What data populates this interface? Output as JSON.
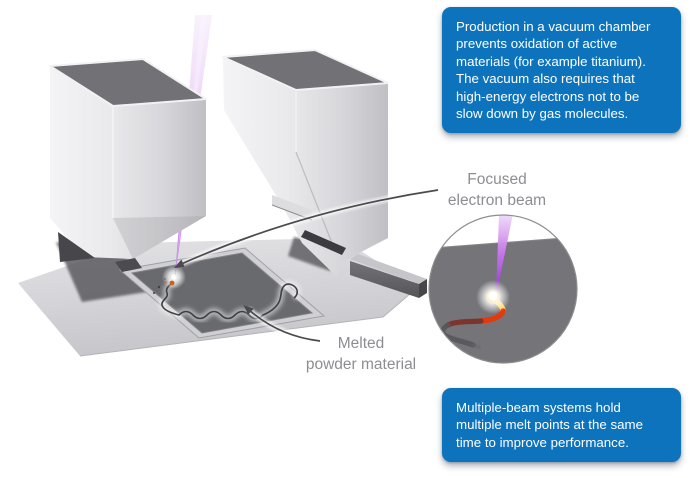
{
  "colors": {
    "info_box_bg": "#0d73bd",
    "info_box_text": "#ffffff",
    "label_text": "#8d8d92",
    "beam_purple": "#a940dd",
    "melt_glow_orange": "#cd5d20",
    "melt_trail_red": "#e23a0e",
    "powder_bed_gray": "#696a6e",
    "floor_gray": "#d2d2d6",
    "hopper_gray": "#e6e6e9"
  },
  "labels": {
    "focused_beam_line1": "Focused",
    "focused_beam_line2": "electron beam",
    "melted_powder_line1": "Melted",
    "melted_powder_line2": "powder material"
  },
  "info_boxes": {
    "top": {
      "lines": [
        "Production in a vacuum chamber",
        "prevents oxidation of active",
        "materials (for example titanium).",
        "The vacuum also requires that",
        "high-energy electrons not to be",
        "slow down by gas molecules."
      ]
    },
    "bottom": {
      "lines": [
        "Multiple-beam systems hold",
        "multiple melt points at the same",
        "time to improve performance."
      ]
    }
  },
  "diagram_parts": {
    "hopper_left": "powder hopper",
    "hopper_right": "powder hopper with chute",
    "beam": "focused electron beam",
    "bed": "powder bed with melted track",
    "inset": "magnified melt point view",
    "recoater": "recoater bar"
  }
}
